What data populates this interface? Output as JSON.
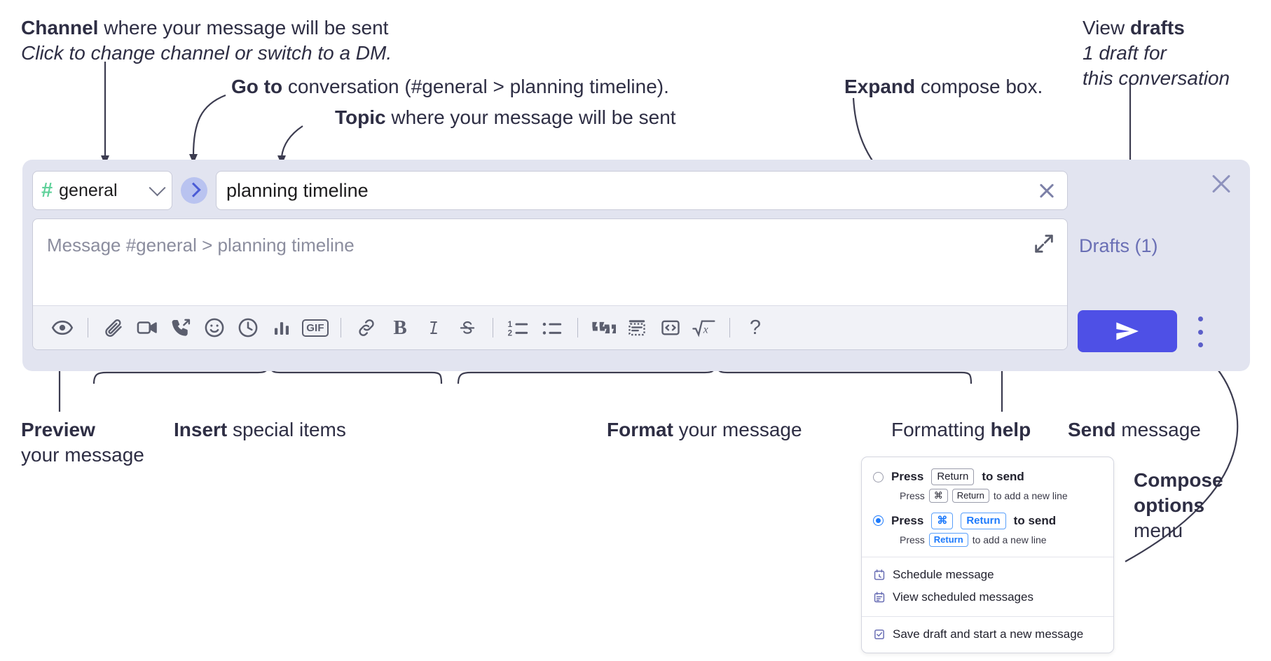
{
  "annotations": {
    "channel": {
      "bold": "Channel",
      "rest": " where your message will be sent",
      "italic": "Click to change channel or switch to a DM."
    },
    "goto": {
      "bold": "Go to",
      "rest": " conversation (#general > planning timeline)."
    },
    "topic": {
      "bold": "Topic",
      "rest": " where your message will be sent"
    },
    "expand": {
      "bold": "Expand",
      "rest": " compose box."
    },
    "drafts": {
      "plain": "View ",
      "bold": "drafts",
      "italic1": "1 draft for",
      "italic2": "this conversation"
    },
    "preview": {
      "bold": "Preview",
      "rest": "your message"
    },
    "insert": {
      "bold": "Insert",
      "rest": " special items"
    },
    "format": {
      "bold": "Format",
      "rest": " your message"
    },
    "help": {
      "plain": "Formatting ",
      "bold": "help"
    },
    "send": {
      "bold": "Send",
      "rest": " message"
    },
    "compose_options": {
      "bold1": "Compose",
      "bold2": "options",
      "rest": "menu"
    }
  },
  "compose": {
    "channel_name": "general",
    "hash_symbol": "#",
    "topic_value": "planning timeline",
    "message_placeholder": "Message #general > planning timeline",
    "drafts_label": "Drafts (1)",
    "toolbar_groups": [
      {
        "name": "preview",
        "items": [
          {
            "icon": "eye-icon",
            "label": "Preview"
          }
        ]
      },
      {
        "name": "insert",
        "items": [
          {
            "icon": "paperclip-icon",
            "label": "Attach file"
          },
          {
            "icon": "video-icon",
            "label": "Record video clip"
          },
          {
            "icon": "huddle-icon",
            "label": "Record audio clip"
          },
          {
            "icon": "emoji-icon",
            "label": "Emoji"
          },
          {
            "icon": "clock-icon",
            "label": "Reminder"
          },
          {
            "icon": "poll-icon",
            "label": "Poll"
          },
          {
            "icon": "gif-icon",
            "label": "GIF"
          }
        ]
      },
      {
        "name": "format",
        "items": [
          {
            "icon": "link-icon",
            "label": "Link"
          },
          {
            "icon": "bold-icon",
            "label": "B"
          },
          {
            "icon": "italic-icon",
            "label": "I"
          },
          {
            "icon": "strikethrough-icon",
            "label": "Strikethrough"
          },
          {
            "icon": "ordered-list-icon",
            "label": "Ordered list"
          },
          {
            "icon": "bulleted-list-icon",
            "label": "Bulleted list"
          },
          {
            "icon": "blockquote-icon",
            "label": "Blockquote"
          },
          {
            "icon": "code-icon",
            "label": "Code"
          },
          {
            "icon": "code-block-icon",
            "label": "Code block"
          },
          {
            "icon": "math-icon",
            "label": "Math"
          }
        ]
      },
      {
        "name": "help",
        "items": [
          {
            "icon": "question-icon",
            "label": "?"
          }
        ]
      }
    ]
  },
  "options_menu": {
    "radio_1": {
      "selected": false,
      "pre": "Press",
      "key": "Return",
      "post": "to send",
      "sub_pre": "Press",
      "sub_key1": "⌘",
      "sub_key2": "Return",
      "sub_post": "to add a new line"
    },
    "radio_2": {
      "selected": true,
      "pre": "Press",
      "key1": "⌘",
      "key2": "Return",
      "post": "to send",
      "sub_pre": "Press",
      "sub_key": "Return",
      "sub_post": "to add a new line"
    },
    "items": [
      {
        "icon": "schedule-icon",
        "label": "Schedule message"
      },
      {
        "icon": "scheduled-list-icon",
        "label": "View scheduled messages"
      },
      {
        "icon": "save-draft-icon",
        "label": "Save draft and start a new message"
      }
    ]
  },
  "colors": {
    "compose_bg": "#e2e4f0",
    "send_button": "#4e50e6",
    "hash_green": "#5fd19a",
    "goto_circle": "#b9c3f0",
    "drafts_text": "#6a6fb5",
    "accent_blue": "#1d7afc"
  }
}
